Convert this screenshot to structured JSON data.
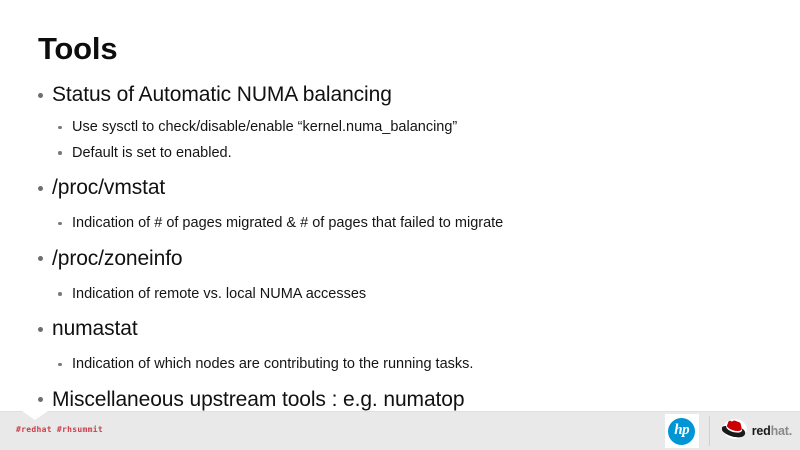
{
  "slide": {
    "title": "Tools",
    "bullets": [
      {
        "level": 1,
        "text": "Status of Automatic NUMA balancing"
      },
      {
        "level": 2,
        "text": "Use sysctl to check/disable/enable “kernel.numa_balancing”"
      },
      {
        "level": 2,
        "text": "Default is set to enabled."
      },
      {
        "level": 1,
        "text": "/proc/vmstat"
      },
      {
        "level": 2,
        "text": "Indication of # of pages migrated & # of pages that failed to migrate"
      },
      {
        "level": 1,
        "text": "/proc/zoneinfo"
      },
      {
        "level": 2,
        "text": "Indication of remote vs. local NUMA accesses"
      },
      {
        "level": 1,
        "text": "numastat"
      },
      {
        "level": 2,
        "text": "Indication of which nodes are contributing to the running tasks."
      },
      {
        "level": 1,
        "text": "Miscellaneous upstream tools : e.g. numatop"
      }
    ]
  },
  "footer": {
    "hashtags": "#redhat #rhsummit",
    "hashtag_color": "#c8414b",
    "background_color": "#e9e9e9",
    "hp_logo": {
      "icon": "hp-logo-icon",
      "label": "hp",
      "color": "#0096d6"
    },
    "redhat_logo": {
      "icon": "redhat-shadowman-icon",
      "word_red": "red",
      "word_hat": "hat",
      "trailing_dot": ".",
      "color": "#cc0000"
    }
  }
}
